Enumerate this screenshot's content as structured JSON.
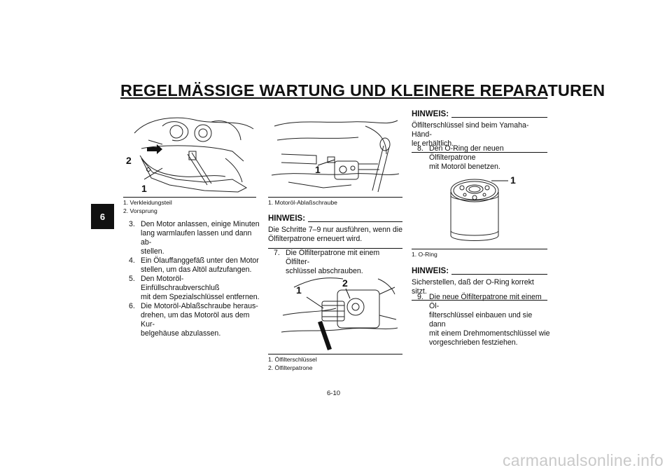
{
  "header": {
    "title": "REGELMÄSSIGE WARTUNG UND KLEINERE REPARATUREN"
  },
  "chapter_tab": "6",
  "left": {
    "figure": {
      "callouts": [
        "2",
        "1"
      ]
    },
    "captions": [
      "1.  Verkleidungsteil",
      "2.  Vorsprung"
    ],
    "steps": [
      {
        "num": "3.",
        "lines": [
          "Den Motor anlassen, einige Minuten",
          "lang warmlaufen lassen und dann ab-",
          "stellen."
        ]
      },
      {
        "num": "4.",
        "lines": [
          "Ein Ölauffanggefäß unter den Motor",
          "stellen, um das Altöl aufzufangen."
        ]
      },
      {
        "num": "5.",
        "lines": [
          "Den Motoröl-Einfüllschraubverschluß",
          "mit dem Spezialschlüssel entfernen."
        ]
      },
      {
        "num": "6.",
        "lines": [
          "Die Motoröl-Ablaßschraube heraus-",
          "drehen, um das Motoröl aus dem Kur-",
          "belgehäuse abzulassen."
        ]
      }
    ]
  },
  "middle": {
    "figure1": {
      "callouts": [
        "1"
      ]
    },
    "captions1": [
      "1.  Motoröl-Ablaßschraube"
    ],
    "hinweis": {
      "head": "HINWEIS:",
      "lines": [
        "Die Schritte 7–9 nur ausführen, wenn die",
        "Ölfilterpatrone erneuert wird."
      ]
    },
    "step7": {
      "num": "7.",
      "lines": [
        "Die Ölfilterpatrone mit einem Ölfilter-",
        "schlüssel abschrauben."
      ]
    },
    "figure2": {
      "callouts": [
        "1",
        "2"
      ]
    },
    "captions2": [
      "1.  Ölfilterschlüssel",
      "2.  Ölfilterpatrone"
    ]
  },
  "right": {
    "hinweis1": {
      "head": "HINWEIS:",
      "lines": [
        "Ölfilterschlüssel sind beim Yamaha-Händ-",
        "ler erhältlich."
      ]
    },
    "step8": {
      "num": "8.",
      "lines": [
        "Den O-Ring der neuen Ölfilterpatrone",
        "mit Motoröl benetzen."
      ]
    },
    "figure": {
      "callouts": [
        "1"
      ]
    },
    "captions": [
      "1.  O-Ring"
    ],
    "hinweis2": {
      "head": "HINWEIS:",
      "lines": [
        "Sicherstellen, daß der O-Ring korrekt sitzt."
      ]
    },
    "step9": {
      "num": "9.",
      "lines": [
        "Die neue Ölfilterpatrone mit einem Öl-",
        "filterschlüssel einbauen und sie dann",
        "mit einem Drehmomentschlüssel wie",
        "vorgeschrieben festziehen."
      ]
    }
  },
  "footer": {
    "page_number": "6-10",
    "watermark": "carmanualsonline.info"
  }
}
